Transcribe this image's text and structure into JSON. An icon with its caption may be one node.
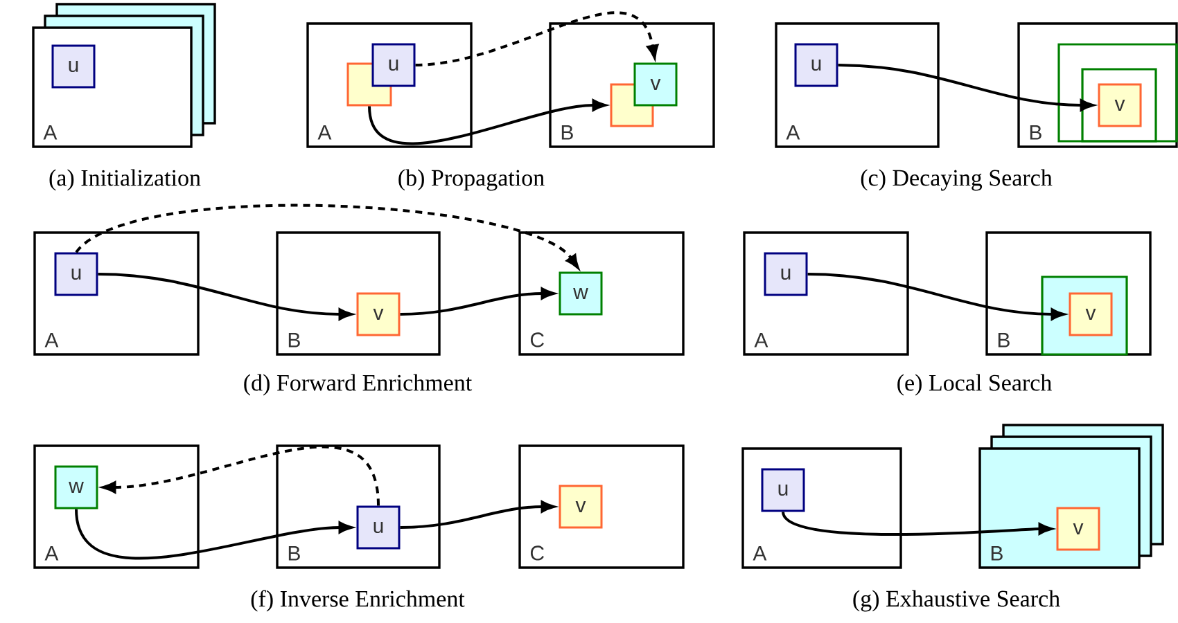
{
  "diagram": {
    "nodes": [
      {
        "text": [
          "A"
        ]
      },
      {
        "text": [
          "u"
        ],
        "in": 0
      },
      {
        "text": [
          "A"
        ]
      },
      {
        "text": [],
        "shape": "box",
        "in": 2
      },
      {
        "text": [
          "u"
        ],
        "in": 2
      },
      {
        "text": [
          "B"
        ]
      },
      {
        "text": [],
        "shape": "box",
        "in": 5
      },
      {
        "text": [
          "v"
        ],
        "in": 5
      },
      {
        "text": [
          "A"
        ]
      },
      {
        "text": [
          "u"
        ],
        "in": 8
      },
      {
        "text": [
          "B"
        ]
      },
      {
        "text": [],
        "shape": "box",
        "in": 10
      },
      {
        "text": [],
        "shape": "box",
        "in": 11
      },
      {
        "text": [
          "v"
        ],
        "in": 12
      },
      {
        "text": [
          "A"
        ]
      },
      {
        "text": [
          "u"
        ],
        "in": 14
      },
      {
        "text": [
          "B"
        ]
      },
      {
        "text": [
          "v"
        ],
        "in": 16
      },
      {
        "text": [
          "C"
        ]
      },
      {
        "text": [
          "w"
        ],
        "in": 18
      },
      {
        "text": [
          "A"
        ]
      },
      {
        "text": [
          "u"
        ],
        "in": 20
      },
      {
        "text": [
          "B"
        ]
      },
      {
        "text": [],
        "shape": "box",
        "in": 22
      },
      {
        "text": [
          "v"
        ],
        "in": 23
      },
      {
        "text": [
          "A"
        ]
      },
      {
        "text": [
          "w"
        ],
        "in": 25
      },
      {
        "text": [
          "B"
        ]
      },
      {
        "text": [
          "u"
        ],
        "in": 27
      },
      {
        "text": [
          "C"
        ]
      },
      {
        "text": [
          "v"
        ],
        "in": 29
      },
      {
        "text": [
          "A"
        ]
      },
      {
        "text": [
          "u"
        ],
        "in": 31
      },
      {
        "text": [
          "B"
        ]
      },
      {
        "text": [
          "v"
        ],
        "in": 33
      }
    ],
    "edges": [
      {
        "from": 4,
        "to": 7,
        "arrow": "to",
        "style": "dashed"
      },
      {
        "from": 3,
        "to": 6,
        "arrow": "to"
      },
      {
        "from": 9,
        "to": 13,
        "arrow": "to"
      },
      {
        "from": 15,
        "to": 19,
        "arrow": "to",
        "style": "dashed"
      },
      {
        "from": 15,
        "to": 17,
        "arrow": "to"
      },
      {
        "from": 17,
        "to": 19,
        "arrow": "to"
      },
      {
        "from": 21,
        "to": 24,
        "arrow": "to"
      },
      {
        "from": 28,
        "to": 26,
        "arrow": "to",
        "style": "dashed"
      },
      {
        "from": 26,
        "to": 28,
        "arrow": "to"
      },
      {
        "from": 28,
        "to": 30,
        "arrow": "to"
      },
      {
        "from": 32,
        "to": 34,
        "arrow": "to"
      }
    ],
    "labels": [
      "(a) Initialization",
      "(b) Propagation",
      "(c) Decaying Search",
      "(d) Forward Enrichment",
      "(e) Local Search",
      "(f) Inverse Enrichment",
      "(g) Exhaustive Search"
    ]
  }
}
